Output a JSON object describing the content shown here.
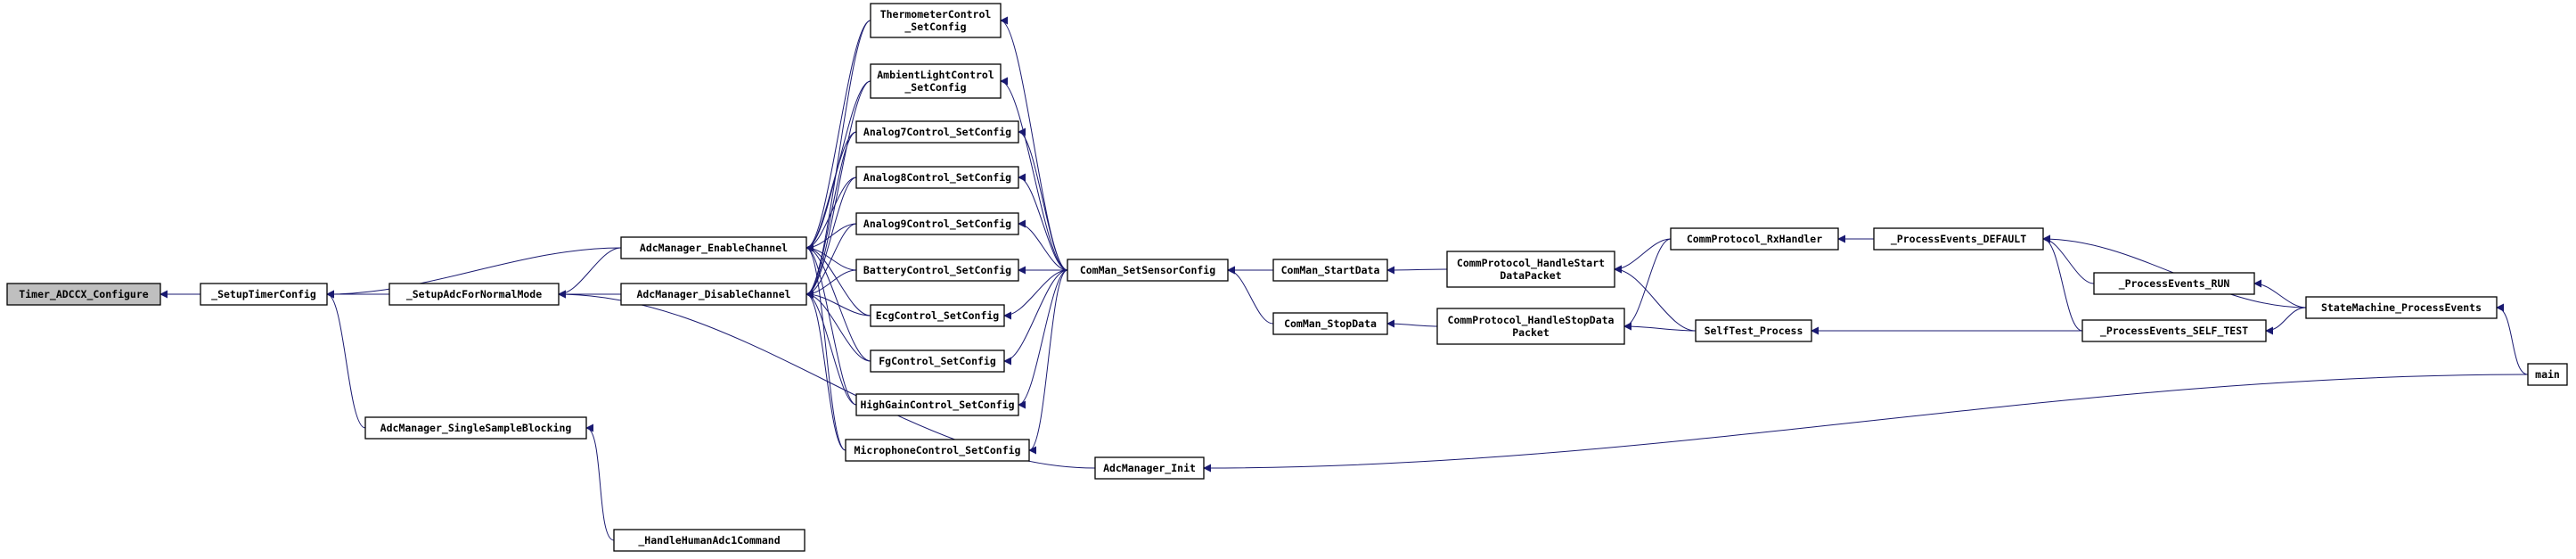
{
  "diagram": {
    "type": "call-graph",
    "colors": {
      "edge": "#191970",
      "root_fill": "#bfbfbf",
      "node_fill": "#ffffff",
      "node_border": "#000000"
    },
    "root": "timer",
    "nodes": [
      {
        "id": "timer",
        "lines": [
          "Timer_ADCCX_Configure"
        ]
      },
      {
        "id": "setupTimer",
        "lines": [
          "_SetupTimerConfig"
        ]
      },
      {
        "id": "setupAdc",
        "lines": [
          "_SetupAdcForNormalMode"
        ]
      },
      {
        "id": "adcSingle",
        "lines": [
          "AdcManager_SingleSampleBlocking"
        ]
      },
      {
        "id": "handleHuman",
        "lines": [
          "_HandleHumanAdc1Command"
        ]
      },
      {
        "id": "adcEnable",
        "lines": [
          "AdcManager_EnableChannel"
        ]
      },
      {
        "id": "adcDisable",
        "lines": [
          "AdcManager_DisableChannel"
        ]
      },
      {
        "id": "adcInit",
        "lines": [
          "AdcManager_Init"
        ]
      },
      {
        "id": "thermo",
        "lines": [
          "ThermometerControl",
          "_SetConfig"
        ]
      },
      {
        "id": "ambient",
        "lines": [
          "AmbientLightControl",
          "_SetConfig"
        ]
      },
      {
        "id": "analog7",
        "lines": [
          "Analog7Control_SetConfig"
        ]
      },
      {
        "id": "analog8",
        "lines": [
          "Analog8Control_SetConfig"
        ]
      },
      {
        "id": "analog9",
        "lines": [
          "Analog9Control_SetConfig"
        ]
      },
      {
        "id": "battery",
        "lines": [
          "BatteryControl_SetConfig"
        ]
      },
      {
        "id": "ecg",
        "lines": [
          "EcgControl_SetConfig"
        ]
      },
      {
        "id": "fg",
        "lines": [
          "FgControl_SetConfig"
        ]
      },
      {
        "id": "highgain",
        "lines": [
          "HighGainControl_SetConfig"
        ]
      },
      {
        "id": "micro",
        "lines": [
          "MicrophoneControl_SetConfig"
        ]
      },
      {
        "id": "sensor",
        "lines": [
          "ComMan_SetSensorConfig"
        ]
      },
      {
        "id": "startData",
        "lines": [
          "ComMan_StartData"
        ]
      },
      {
        "id": "stopData",
        "lines": [
          "ComMan_StopData"
        ]
      },
      {
        "id": "hStart",
        "lines": [
          "CommProtocol_HandleStart",
          "DataPacket"
        ]
      },
      {
        "id": "hStop",
        "lines": [
          "CommProtocol_HandleStopData",
          "Packet"
        ]
      },
      {
        "id": "rx",
        "lines": [
          "CommProtocol_RxHandler"
        ]
      },
      {
        "id": "selfTest",
        "lines": [
          "SelfTest_Process"
        ]
      },
      {
        "id": "peDefault",
        "lines": [
          "_ProcessEvents_DEFAULT"
        ]
      },
      {
        "id": "peRun",
        "lines": [
          "_ProcessEvents_RUN"
        ]
      },
      {
        "id": "peSelf",
        "lines": [
          "_ProcessEvents_SELF_TEST"
        ]
      },
      {
        "id": "smpe",
        "lines": [
          "StateMachine_ProcessEvents"
        ]
      },
      {
        "id": "main",
        "lines": [
          "main"
        ]
      }
    ],
    "edges": [
      [
        "setupTimer",
        "timer"
      ],
      [
        "setupAdc",
        "setupTimer"
      ],
      [
        "adcSingle",
        "setupTimer"
      ],
      [
        "adcEnable",
        "setupTimer"
      ],
      [
        "handleHuman",
        "adcSingle"
      ],
      [
        "adcEnable",
        "setupAdc"
      ],
      [
        "adcDisable",
        "setupAdc"
      ],
      [
        "adcInit",
        "setupAdc"
      ],
      [
        "thermo",
        "adcEnable"
      ],
      [
        "ambient",
        "adcEnable"
      ],
      [
        "analog7",
        "adcEnable"
      ],
      [
        "analog8",
        "adcEnable"
      ],
      [
        "analog9",
        "adcEnable"
      ],
      [
        "battery",
        "adcEnable"
      ],
      [
        "ecg",
        "adcEnable"
      ],
      [
        "fg",
        "adcEnable"
      ],
      [
        "highgain",
        "adcEnable"
      ],
      [
        "micro",
        "adcEnable"
      ],
      [
        "thermo",
        "adcDisable"
      ],
      [
        "ambient",
        "adcDisable"
      ],
      [
        "analog7",
        "adcDisable"
      ],
      [
        "analog8",
        "adcDisable"
      ],
      [
        "analog9",
        "adcDisable"
      ],
      [
        "battery",
        "adcDisable"
      ],
      [
        "ecg",
        "adcDisable"
      ],
      [
        "fg",
        "adcDisable"
      ],
      [
        "highgain",
        "adcDisable"
      ],
      [
        "micro",
        "adcDisable"
      ],
      [
        "sensor",
        "thermo"
      ],
      [
        "sensor",
        "ambient"
      ],
      [
        "sensor",
        "analog7"
      ],
      [
        "sensor",
        "analog8"
      ],
      [
        "sensor",
        "analog9"
      ],
      [
        "sensor",
        "battery"
      ],
      [
        "sensor",
        "ecg"
      ],
      [
        "sensor",
        "fg"
      ],
      [
        "sensor",
        "highgain"
      ],
      [
        "sensor",
        "micro"
      ],
      [
        "startData",
        "sensor"
      ],
      [
        "stopData",
        "sensor"
      ],
      [
        "hStart",
        "startData"
      ],
      [
        "hStop",
        "stopData"
      ],
      [
        "rx",
        "hStart"
      ],
      [
        "rx",
        "hStop"
      ],
      [
        "selfTest",
        "hStart"
      ],
      [
        "selfTest",
        "hStop"
      ],
      [
        "peDefault",
        "rx"
      ],
      [
        "peSelf",
        "selfTest"
      ],
      [
        "peRun",
        "peDefault"
      ],
      [
        "peSelf",
        "peDefault"
      ],
      [
        "smpe",
        "peDefault"
      ],
      [
        "smpe",
        "peRun"
      ],
      [
        "smpe",
        "peSelf"
      ],
      [
        "main",
        "smpe"
      ],
      [
        "main",
        "adcInit"
      ]
    ]
  }
}
